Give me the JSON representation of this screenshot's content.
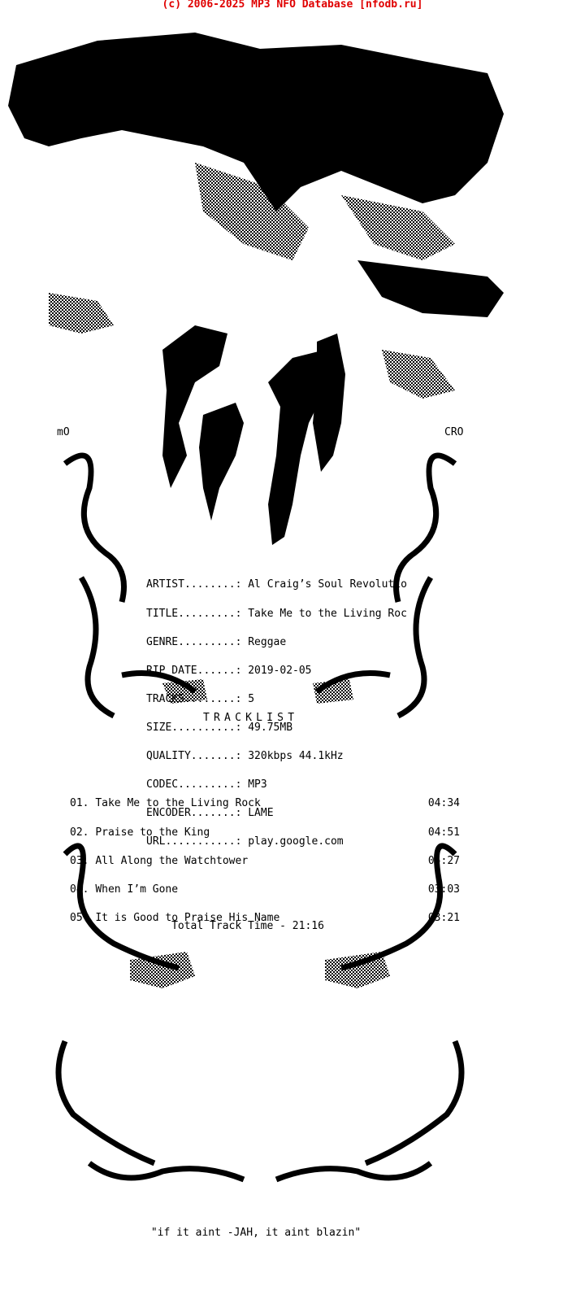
{
  "header": {
    "link_text": "(c) 2006-2025 MP3 NFO Database [nfodb.ru]",
    "color": "#e00000"
  },
  "signature": {
    "left": "mO",
    "right": "CRO"
  },
  "info": [
    {
      "key": "ARTIST........:",
      "value": "Al Craig’s Soul Revolutio"
    },
    {
      "key": "TITLE.........:",
      "value": "Take Me to the Living Roc"
    },
    {
      "key": "GENRE.........:",
      "value": "Reggae"
    },
    {
      "key": "RIP DATE......:",
      "value": "2019-02-05"
    },
    {
      "key": "TRACKS........:",
      "value": "5"
    },
    {
      "key": "SIZE..........:",
      "value": "49.75MB"
    },
    {
      "key": "QUALITY.......:",
      "value": "320kbps 44.1kHz"
    },
    {
      "key": "CODEC.........:",
      "value": "MP3"
    },
    {
      "key": "ENCODER.......:",
      "value": "LAME"
    },
    {
      "key": "URL...........:",
      "value": "play.google.com"
    }
  ],
  "tracklist_title": "TRACKLIST",
  "tracks": [
    {
      "num": "01.",
      "title": "Take Me to the Living Rock",
      "duration": "04:34"
    },
    {
      "num": "02.",
      "title": "Praise to the King",
      "duration": "04:51"
    },
    {
      "num": "03.",
      "title": "All Along the Watchtower",
      "duration": "05:27"
    },
    {
      "num": "04.",
      "title": "When I’m Gone",
      "duration": "03:03"
    },
    {
      "num": "05.",
      "title": "It is Good to Praise His Name",
      "duration": "03:21"
    }
  ],
  "total_time": "Total Track Time - 21:16",
  "quote": "\"if it aint -JAH, it aint blazin\""
}
